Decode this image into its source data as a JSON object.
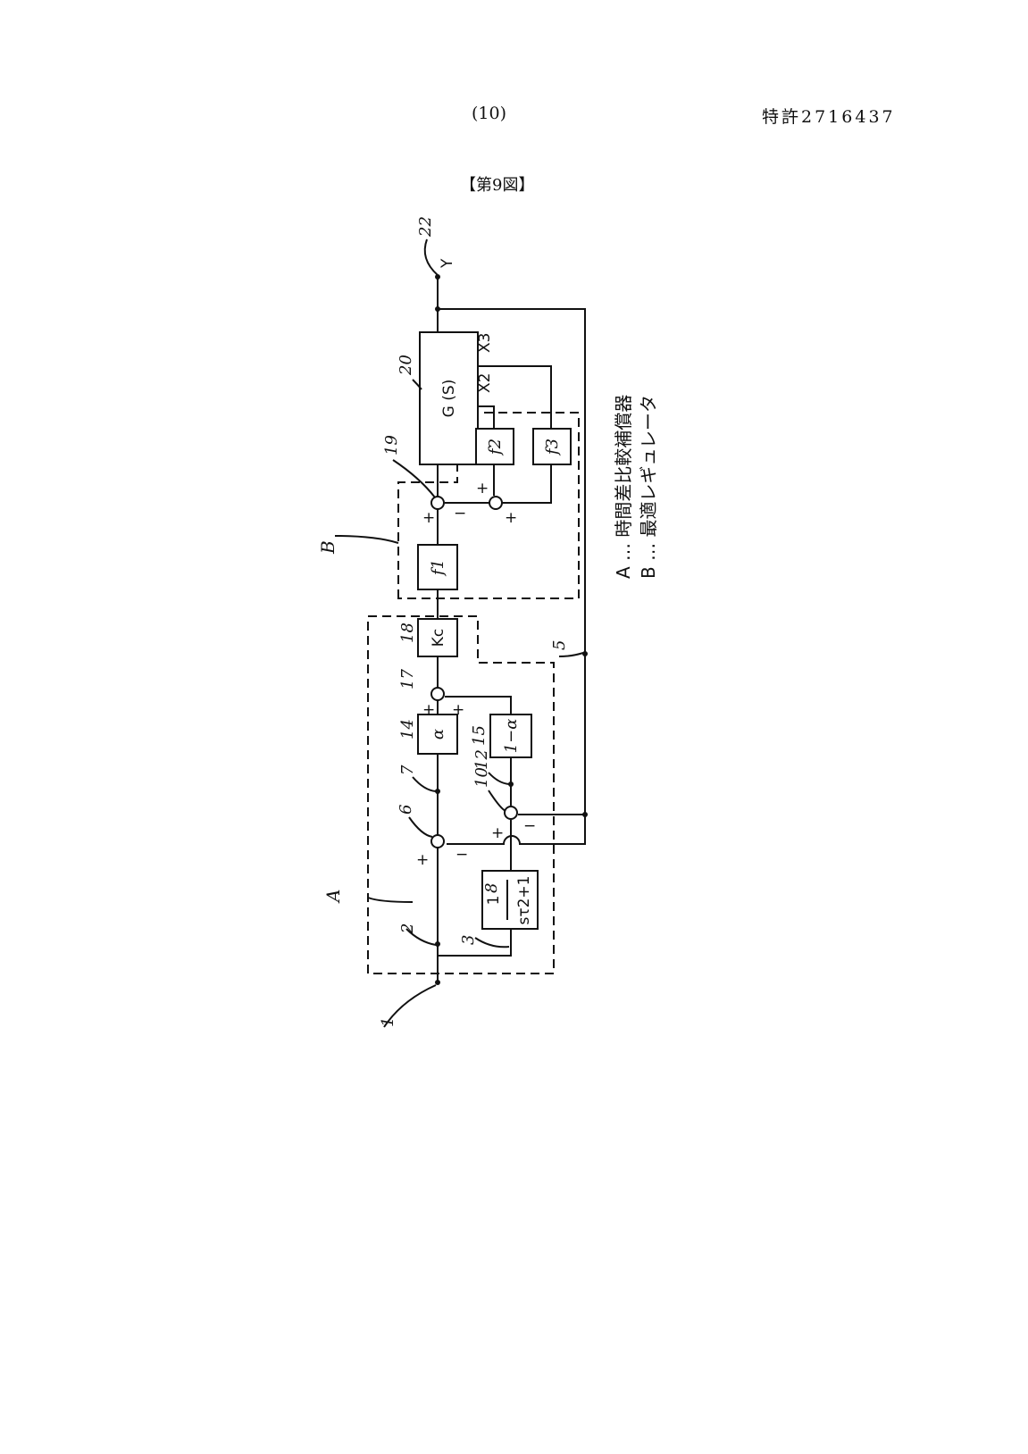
{
  "header": {
    "page_number": "(10)",
    "patent_number": "特許2716437"
  },
  "figure": {
    "title": "【第9図】",
    "blocks": {
      "b8_num": "1",
      "b8_den": "sτ2+1",
      "b14": "α",
      "b15": "1−α",
      "b18": "Kc",
      "f1": "f1",
      "f2": "f2",
      "f3": "f3",
      "g": "G (S)"
    },
    "signals": {
      "y": "Y",
      "x2": "X2",
      "x3": "X3"
    },
    "refs": [
      "1",
      "2",
      "3",
      "5",
      "6",
      "7",
      "8",
      "10",
      "12",
      "14",
      "15",
      "17",
      "18",
      "19",
      "20",
      "22",
      "A",
      "B"
    ],
    "signs": {
      "plus": "+",
      "minus": "−"
    },
    "legend": [
      {
        "key": "A",
        "sep": "…",
        "text": "時間差比較補償器"
      },
      {
        "key": "B",
        "sep": "…",
        "text": "最適レギュレータ"
      }
    ]
  }
}
